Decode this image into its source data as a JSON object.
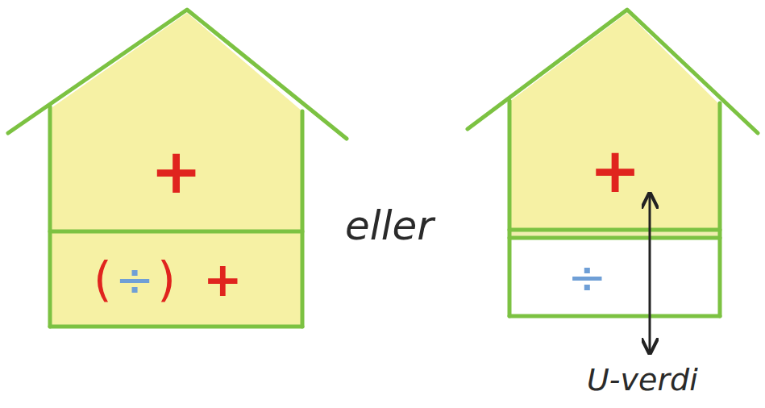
{
  "diagram": {
    "nodes": [
      {
        "text": [
          "+"
        ]
      },
      {
        "text": [
          "(",
          "÷",
          ")",
          "+"
        ]
      },
      {
        "text": [
          "+"
        ]
      },
      {
        "text": [
          "÷"
        ]
      }
    ],
    "labels": [
      "eller",
      "U-verdi"
    ]
  }
}
